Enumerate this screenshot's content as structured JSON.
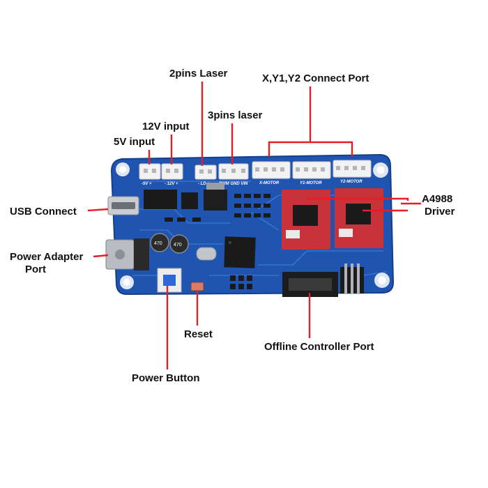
{
  "colors": {
    "pcb": "#1f55b0",
    "pcb_dark": "#143f8f",
    "trace": "#3a72cc",
    "annotation": "#e31e24",
    "label_text": "#111111",
    "silkscreen": "#ffffff",
    "driver": "#c8323a",
    "connector": "#f2f2f2"
  },
  "labels": {
    "usb_connect": "USB Connect",
    "power_adapter_line1": "Power Adapter",
    "power_adapter_line2": "Port",
    "five_v_input": "5V input",
    "twelve_v_input": "12V input",
    "two_pins_laser": "2pins Laser",
    "three_pins_laser": "3pins laser",
    "xy_connect_port": "X,Y1,Y2 Connect Port",
    "a4988_line1": "A4988",
    "a4988_line2": "Driver",
    "reset": "Reset",
    "offline_controller_port": "Offline Controller Port",
    "power_button": "Power Button"
  },
  "silkscreen": {
    "five_v": "-5V +",
    "twelve_v": "- 12V +",
    "ld": "- LD +",
    "pwm": "PWM GND VIN",
    "x_motor": "X-MOTOR",
    "y1_motor": "Y1-MOTOR",
    "y2_motor": "Y2-MOTOR",
    "cap1": "470",
    "cap2": "470"
  }
}
